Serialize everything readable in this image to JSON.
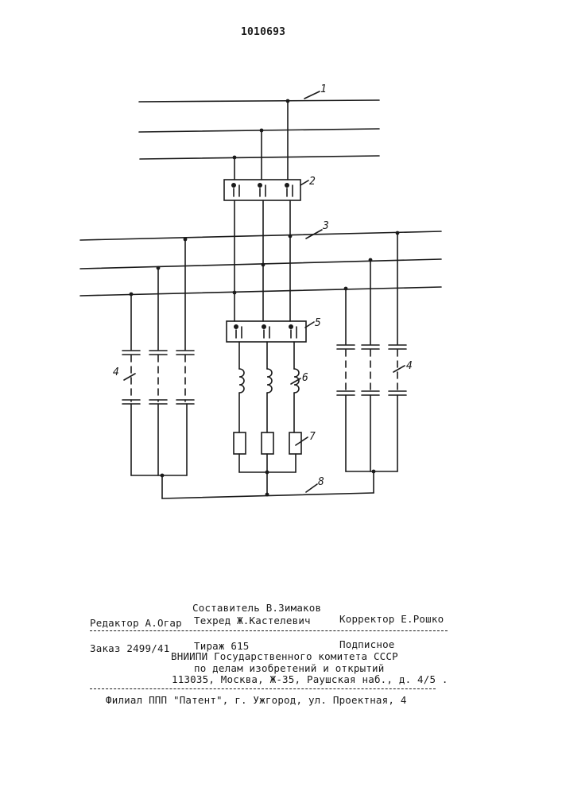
{
  "patent_number": "1010693",
  "diagram": {
    "labels": {
      "bus_1": "1",
      "switch_2": "2",
      "bus_3": "3",
      "capacitor_4_left": "4",
      "capacitor_4_right": "4",
      "switch_5": "5",
      "reactor_6": "6",
      "resistor_7": "7",
      "neutral_8": "8"
    }
  },
  "colophon": {
    "compiler": "Составитель В.Зимаков",
    "editor": "Редактор А.Огар",
    "techred": "Техред Ж.Кастелевич",
    "corrector": "Корректор Е.Рошко",
    "order": "Заказ 2499/41",
    "circulation": "Тираж 615",
    "subscription": "Подписное",
    "org_line1": "ВНИИПИ Государственного комитета СССР",
    "org_line2": "по делам изобретений и открытий",
    "address": "113035, Москва, Ж-35, Раушская наб., д. 4/5 .",
    "branch": "Филиал ППП \"Патент\", г. Ужгород, ул. Проектная, 4"
  },
  "colors": {
    "ink": "#1a1a1a",
    "paper": "#ffffff"
  }
}
